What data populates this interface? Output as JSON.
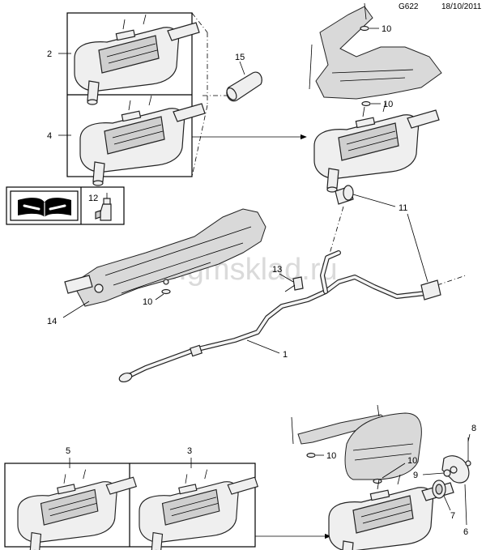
{
  "header": {
    "code": "G622",
    "date": "18/10/2011"
  },
  "watermark": "www.gmsklad.ru",
  "callouts": {
    "c1": "1",
    "c2": "2",
    "c3": "3",
    "c4": "4",
    "c5": "5",
    "c6": "6",
    "c7": "7",
    "c8": "8",
    "c9": "9",
    "c10a": "10",
    "c10b": "10",
    "c10c": "10",
    "c10d": "10",
    "c10e": "10",
    "c11": "11",
    "c12": "12",
    "c13": "13",
    "c14": "14",
    "c15": "15"
  },
  "icons": {
    "manual": "manual-wrench-icon",
    "lubricant": "lubricant-bottle-icon"
  }
}
